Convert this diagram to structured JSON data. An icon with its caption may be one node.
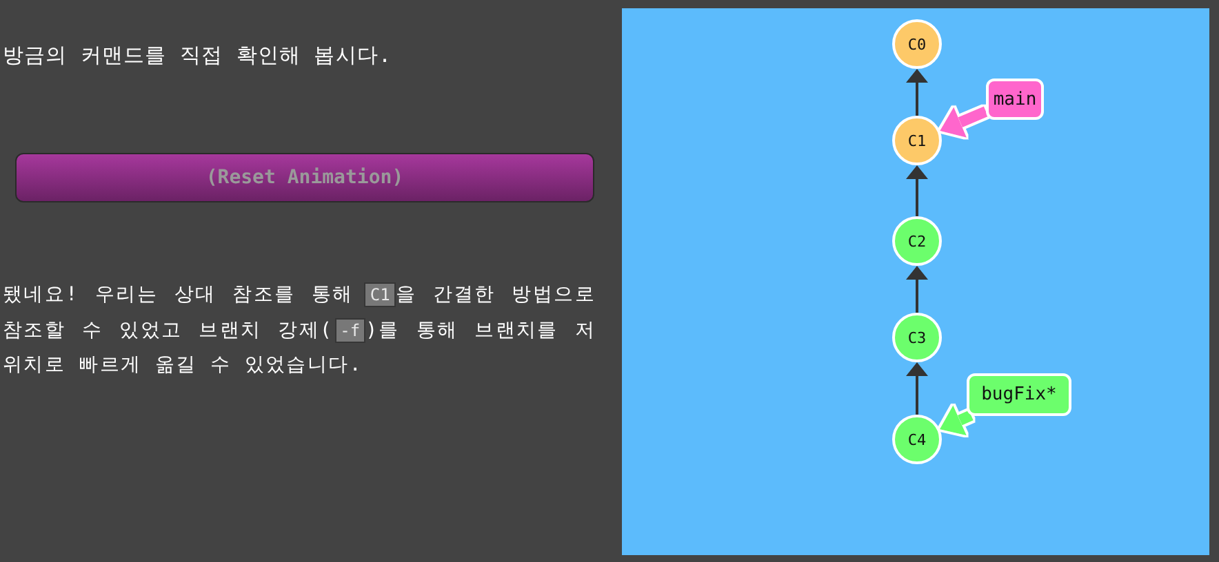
{
  "diagram": {
    "nodes": [
      {
        "text": [
          "C0"
        ]
      },
      {
        "text": [
          "main"
        ]
      },
      {
        "text": [
          "C1"
        ]
      },
      {
        "text": [
          "C2"
        ]
      },
      {
        "text": [
          "C3"
        ]
      },
      {
        "text": [
          "bugFix*"
        ]
      },
      {
        "text": [
          "C4"
        ]
      }
    ],
    "edges": [
      {
        "from": 2,
        "to": 0,
        "arrow": "to"
      },
      {
        "from": 1,
        "to": 2,
        "arrow": "to",
        "style": "thick",
        "color": "#ff66cc"
      },
      {
        "from": 3,
        "to": 2,
        "arrow": "to"
      },
      {
        "from": 4,
        "to": 3,
        "arrow": "to"
      },
      {
        "from": 6,
        "to": 4,
        "arrow": "to"
      },
      {
        "from": 5,
        "to": 6,
        "arrow": "to",
        "style": "thick",
        "color": "#66ff66"
      }
    ],
    "labels": [
      "방금의 커맨드를 직접 확인해 봅시다.",
      "(Reset Animation)",
      "됐네요! 우리는 상대 참조를 통해",
      "C1",
      "을 간결한 방법으로 참조할 수 있었고 브랜치 강제(",
      "-f",
      ")를 통해 브랜치를 저 위치로 빠르게 옮길 수 있었습니다."
    ]
  }
}
